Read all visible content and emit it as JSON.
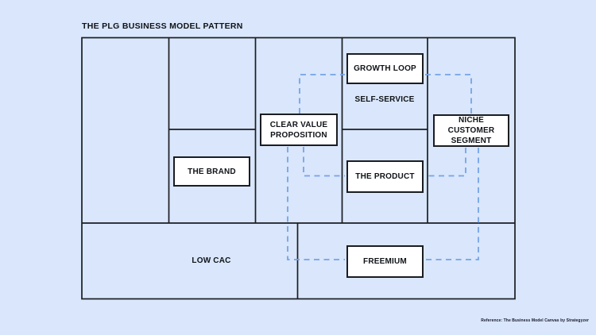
{
  "title": "THE PLG BUSINESS MODEL PATTERN",
  "diagram": {
    "boxes": [
      {
        "id": "growth-loop",
        "label": "GROWTH LOOP"
      },
      {
        "id": "clear-value-proposition",
        "label": "CLEAR VALUE PROPOSITION"
      },
      {
        "id": "niche-customer-segment",
        "label": "NICHE CUSTOMER SEGMENT"
      },
      {
        "id": "the-brand",
        "label": "THE BRAND"
      },
      {
        "id": "the-product",
        "label": "THE PRODUCT"
      },
      {
        "id": "freemium",
        "label": "FREEMIUM"
      }
    ],
    "floating_labels": [
      {
        "id": "self-service",
        "label": "SELF-SERVICE"
      },
      {
        "id": "low-cac",
        "label": "LOW CAC"
      }
    ],
    "connections": [
      {
        "from": "clear-value-proposition",
        "to": "growth-loop"
      },
      {
        "from": "growth-loop",
        "to": "niche-customer-segment"
      },
      {
        "from": "clear-value-proposition",
        "to": "the-product"
      },
      {
        "from": "niche-customer-segment",
        "to": "the-product"
      },
      {
        "from": "clear-value-proposition",
        "to": "freemium"
      },
      {
        "from": "niche-customer-segment",
        "to": "freemium"
      }
    ]
  },
  "footer": {
    "reference": "Reference: The Business Model Canvas by Strategyzer"
  },
  "colors": {
    "background": "#d9e6fb",
    "grid_line": "#1a1d22",
    "dashed_connector": "#74a3e8",
    "box_fill": "#ffffff",
    "text": "#101318"
  }
}
